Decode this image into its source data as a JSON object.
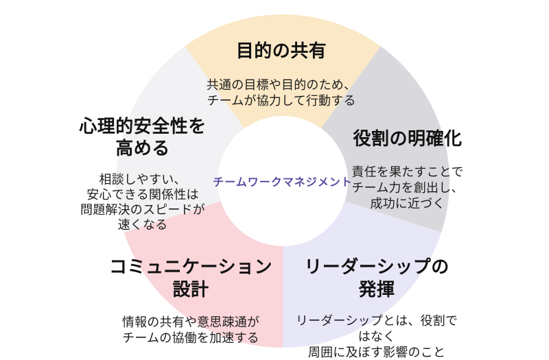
{
  "center_label": "チームワークマネジメント",
  "colors": {
    "background": "#ffffff",
    "hole": "#ffffff",
    "center_text": "#564DA0",
    "title_text": "#111111",
    "desc_text": "#1d1d1d"
  },
  "chart_data": {
    "type": "pie",
    "title": "チームワークマネジメント",
    "legend_position": "none",
    "donut": true,
    "start_angle_deg_from_top": -36,
    "segments": [
      {
        "id": "purpose",
        "title": "目的の共有",
        "description": "共通の目標や目的のため、\nチームが協力して行動する",
        "color": "#FAE8C6",
        "value": 20
      },
      {
        "id": "roles",
        "title": "役割の明確化",
        "description": "責任を果たすことで\nチーム力を創出し、\n成功に近づく",
        "color": "#D9D9DD",
        "value": 20
      },
      {
        "id": "leadership",
        "title": "リーダーシップの\n発揮",
        "description": "リーダーシップとは、役割ではなく\n周囲に及ぼす影響のこと",
        "color": "#E7E7F8",
        "value": 20
      },
      {
        "id": "communication",
        "title": "コミュニケーション\n設計",
        "description": "情報の共有や意思疎通が\nチームの協働を加速する",
        "color": "#FAD5DA",
        "value": 20
      },
      {
        "id": "safety",
        "title": "心理的安全性を\n高める",
        "description": "相談しやすい、\n安心できる関係性は\n問題解決のスピードが\n速くなる",
        "color": "#F2F2F4",
        "value": 20
      }
    ]
  }
}
